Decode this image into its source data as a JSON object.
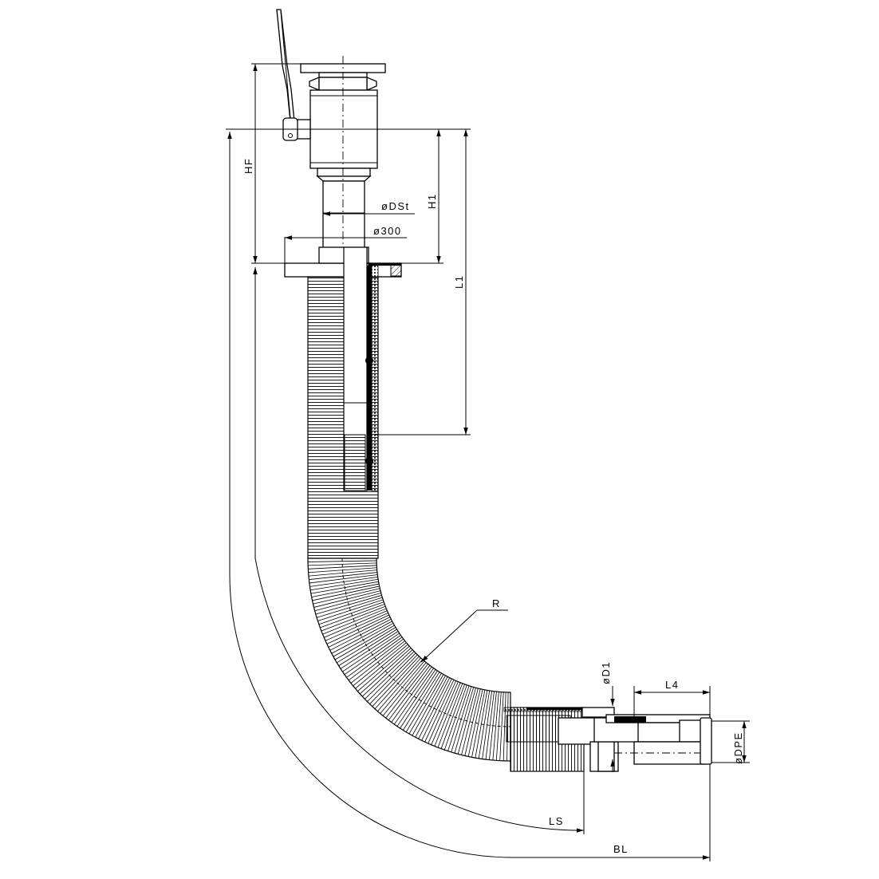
{
  "labels": {
    "hf": "HF",
    "h1": "H1",
    "l1": "L1",
    "dst": "øDSt",
    "d300": "ø300",
    "r": "R",
    "d1": "øD1",
    "l4": "L4",
    "dpe": "øDPE",
    "ls": "LS",
    "bl": "BL"
  }
}
